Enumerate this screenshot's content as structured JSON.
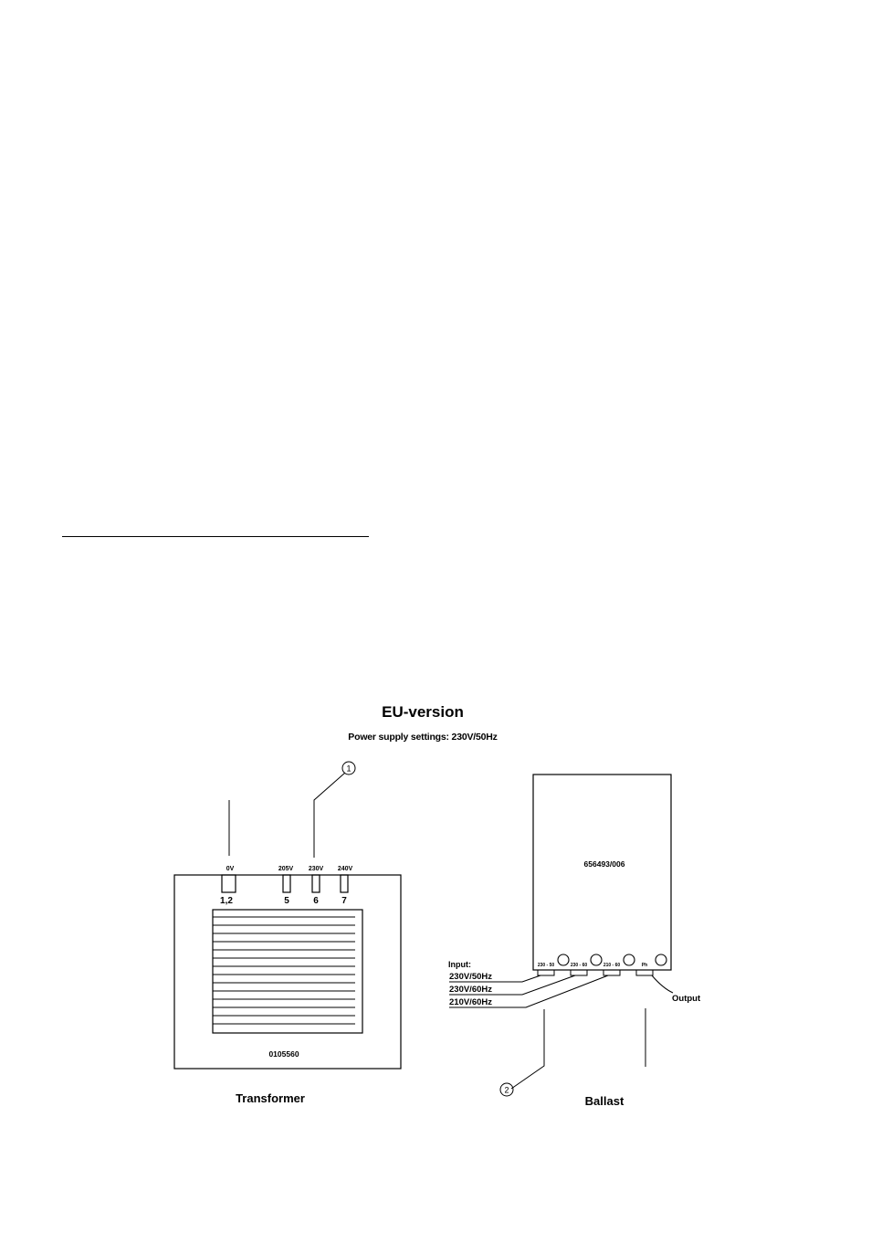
{
  "diagram": {
    "title": "EU-version",
    "subtitle": "Power supply settings: 230V/50Hz",
    "callouts": [
      "①",
      "②"
    ],
    "transformer": {
      "taps": [
        {
          "voltage": "0V",
          "terminal": "1,2"
        },
        {
          "voltage": "205V",
          "terminal": "5"
        },
        {
          "voltage": "230V",
          "terminal": "6"
        },
        {
          "voltage": "240V",
          "terminal": "7"
        }
      ],
      "part_number": "0105560",
      "caption": "Transformer"
    },
    "ballast": {
      "part_number": "656493/006",
      "terminals": [
        "230 - 50",
        "230 - 60",
        "210 - 60",
        "Ph"
      ],
      "input_label": "Input:",
      "inputs": [
        "230V/50Hz",
        "230V/60Hz",
        "210V/60Hz"
      ],
      "output_label": "Output",
      "caption": "Ballast"
    }
  }
}
